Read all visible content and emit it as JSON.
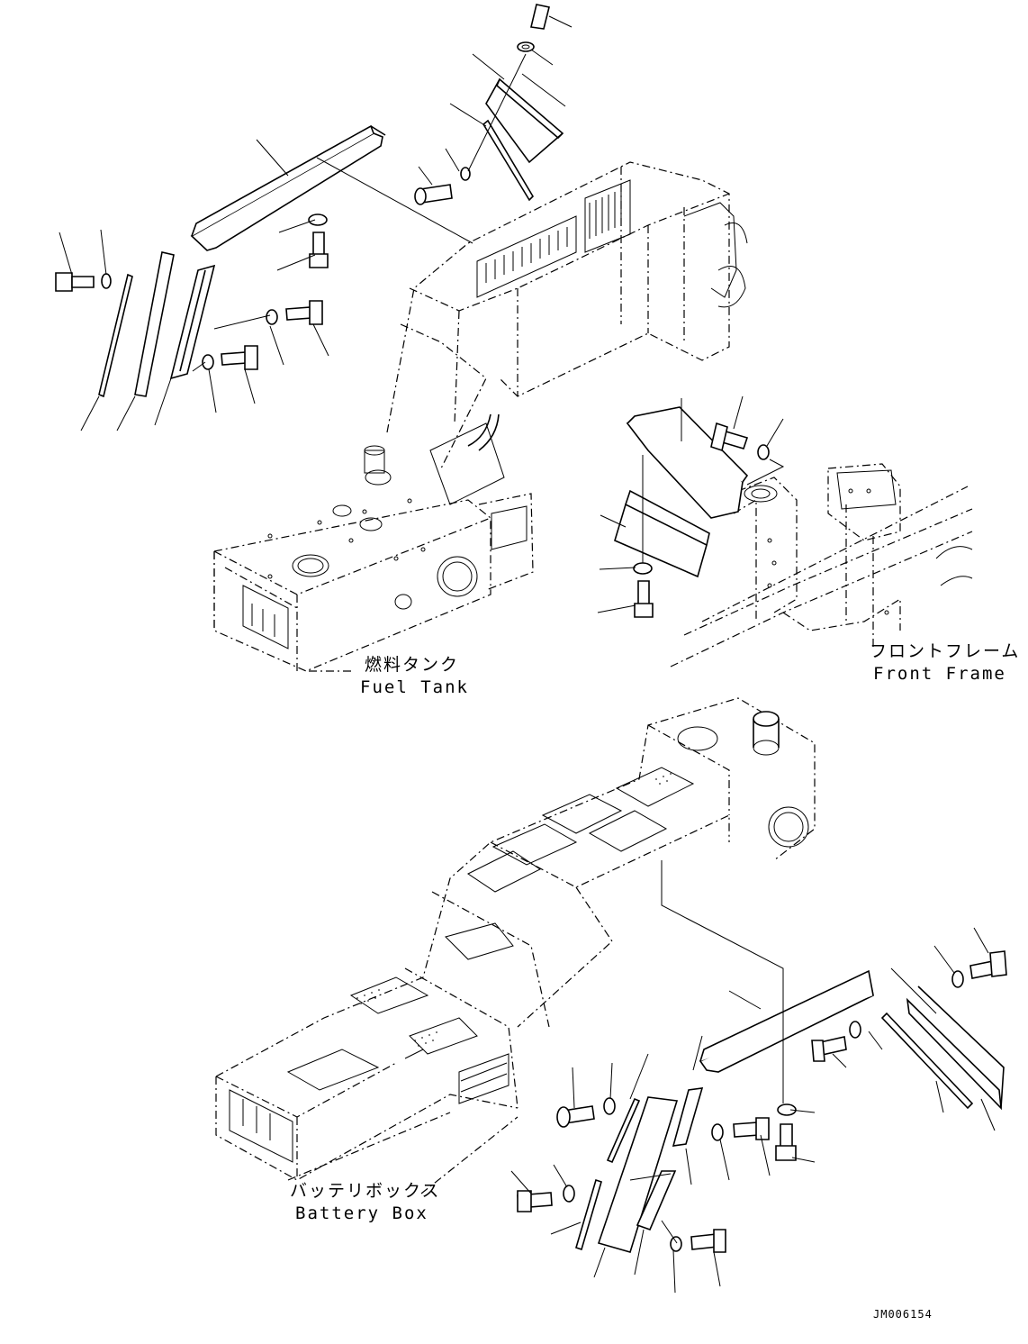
{
  "labels": {
    "fuel_tank_jp": "燃料タンク",
    "fuel_tank_en": "Fuel Tank",
    "front_frame_jp": "フロントフレーム",
    "front_frame_en": "Front Frame",
    "battery_box_jp": "バッテリボックス",
    "battery_box_en": "Battery Box"
  },
  "drawing_code": "JM006154"
}
